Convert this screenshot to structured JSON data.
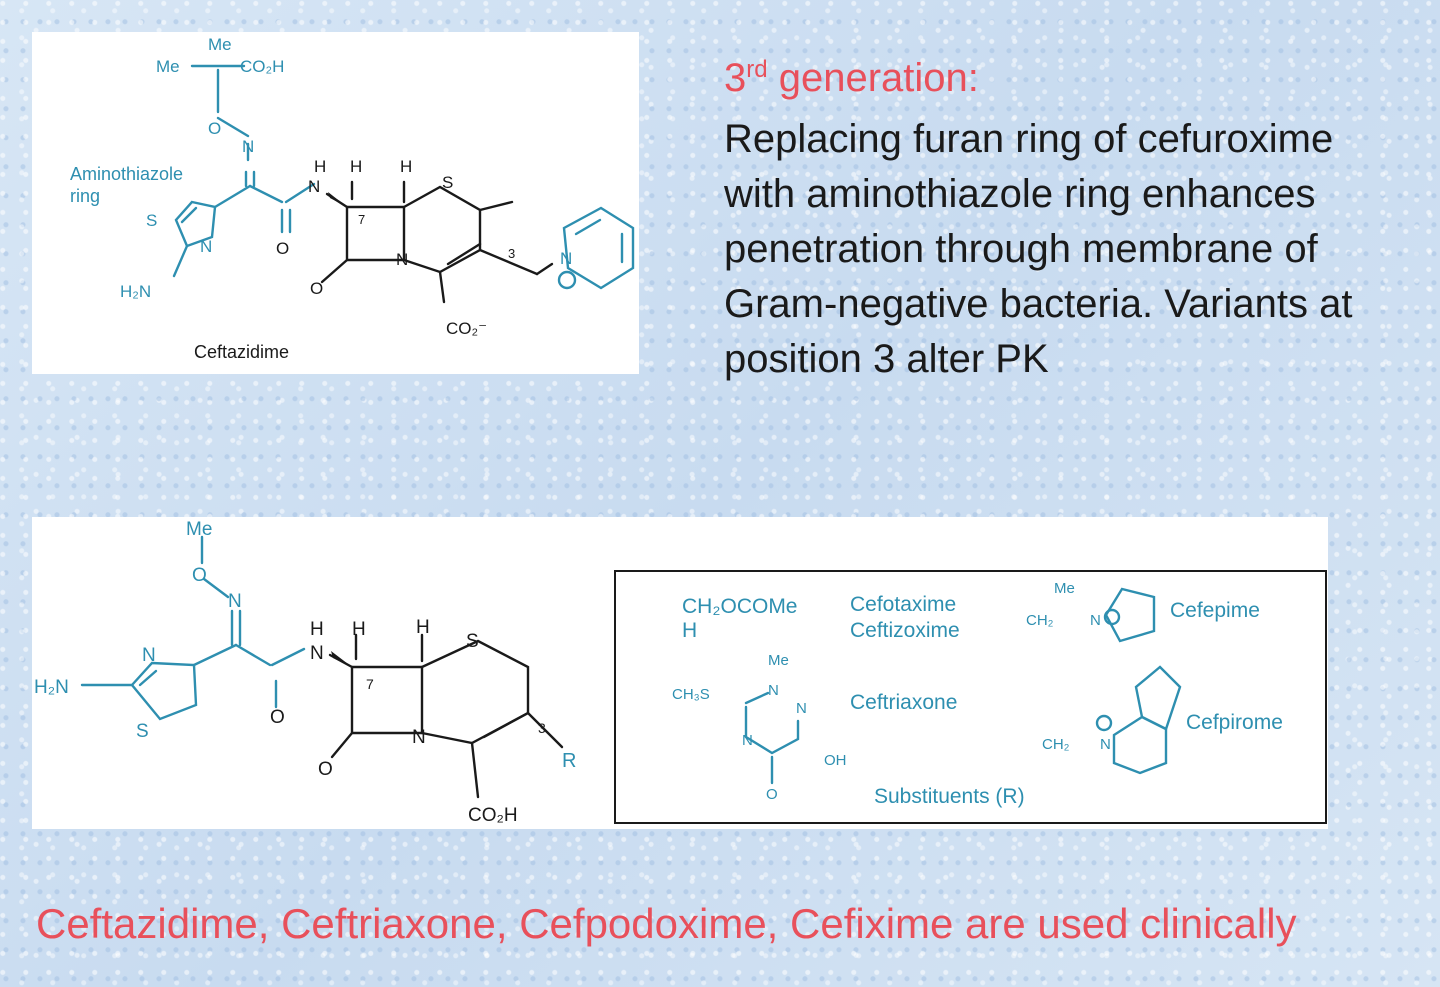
{
  "slide": {
    "heading": {
      "number": "3",
      "superscript": "rd",
      "rest": " generation:"
    },
    "body_lines": [
      "Replacing furan ring of cefuroxime",
      "with aminothiazole ring enhances",
      "penetration through membrane of",
      "Gram-negative bacteria. Variants at",
      "position 3 alter PK"
    ],
    "footer": "Ceftazidime, Ceftriaxone, Cefpodoxime, Cefixime are used clinically"
  },
  "top_structure": {
    "name": "Ceftazidime",
    "annotation_line1": "Aminothiazole",
    "annotation_line2": "ring"
  },
  "bottom_structure": {
    "r_group": "R",
    "substituents_caption": "Substituents (R)",
    "substituents": [
      {
        "group": "CH₂OCOMe",
        "drug": "Cefotaxime"
      },
      {
        "group": "H",
        "drug": "Ceftizoxime"
      },
      {
        "group": "triazinone",
        "drug": "Ceftriaxone"
      },
      {
        "group": "pyrrolidinium",
        "drug": "Cefepime"
      },
      {
        "group": "pyridinium",
        "drug": "Cefpirome"
      }
    ]
  },
  "colors": {
    "accent_red": "#e8505b",
    "structure_teal": "#2e8fb0",
    "text": "#1a1a1a"
  }
}
